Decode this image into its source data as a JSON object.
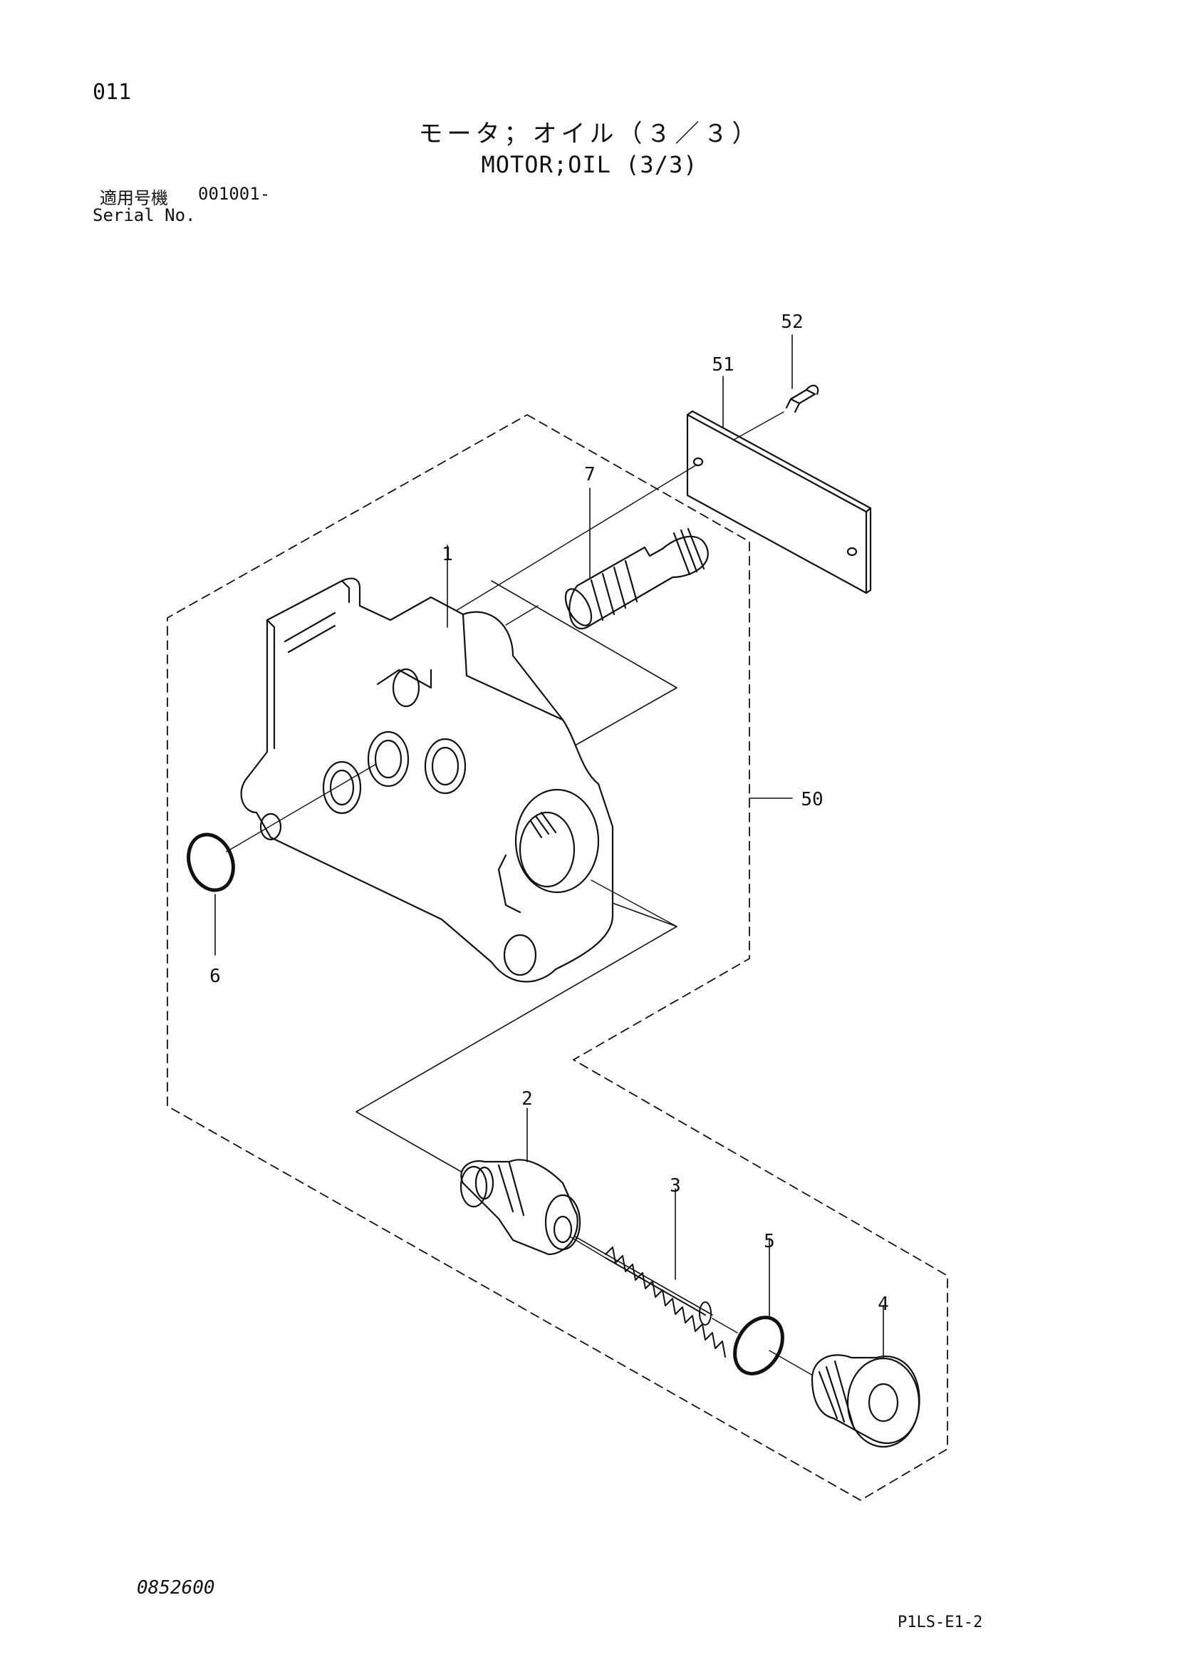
{
  "header": {
    "page_number": "011",
    "title_jp": "モータ；オイル（３／３）",
    "title_en": "MOTOR;OIL (3/3)",
    "serial_label_jp": "適用号機",
    "serial_value": "001001-",
    "serial_label_en": "Serial No."
  },
  "callouts": {
    "p1": "1",
    "p2": "2",
    "p3": "3",
    "p4": "4",
    "p5": "5",
    "p6": "6",
    "p7": "7",
    "p50": "50",
    "p51": "51",
    "p52": "52"
  },
  "footer": {
    "left_code": "0852600",
    "right_code": "P1LS-E1-2"
  }
}
